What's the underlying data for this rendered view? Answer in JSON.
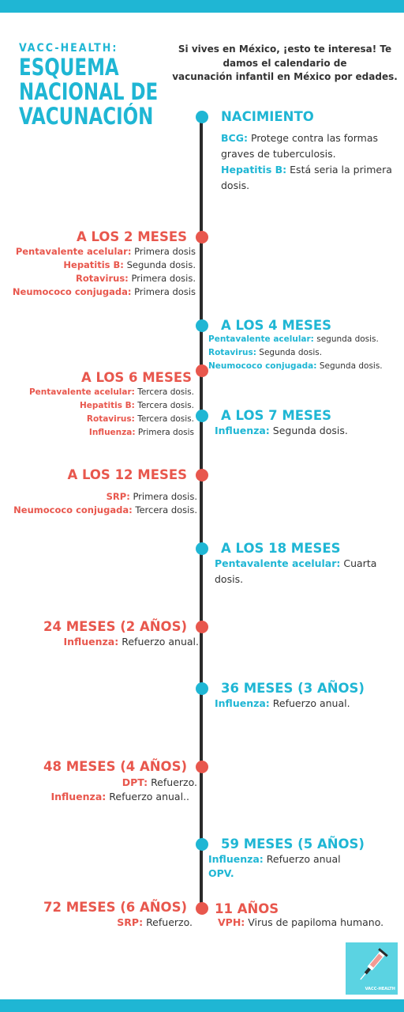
{
  "brand": {
    "small": "VACC-HEALTH:",
    "line1": "ESQUEMA",
    "line2": "NACIONAL DE",
    "line3": "VACUNACIÓN"
  },
  "intro": {
    "line1": "Si vives en México, ¡esto te interesa! Te",
    "line2": "damos el calendario de",
    "line3": "vacunación infantil en México por edades."
  },
  "colors": {
    "accent_blue": "#1fb6d4",
    "accent_red": "#e8574d",
    "line": "#2b2b2b"
  },
  "nacimiento": {
    "title": "NACIMIENTO",
    "bcg_name": "BCG:",
    "bcg_text": "Protege contra las formas graves de tuberculosis.",
    "hep_name": "Hepatitis B:",
    "hep_text": "Está seria la primera dosis."
  },
  "m2": {
    "title": "A LOS 2 MESES",
    "items": [
      {
        "name": "Pentavalente acelular:",
        "text": "Primera dosis"
      },
      {
        "name": "Hepatitis B:",
        "text": "Segunda dosis."
      },
      {
        "name": "Rotavirus:",
        "text": "Primera dosis."
      },
      {
        "name": "Neumococo conjugada:",
        "text": "Primera dosis"
      }
    ]
  },
  "m4": {
    "title": "A LOS 4 MESES",
    "items": [
      {
        "name": "Pentavalente acelular:",
        "text": "segunda dosis."
      },
      {
        "name": "Rotavirus:",
        "text": "Segunda dosis."
      },
      {
        "name": "Neumococo conjugada:",
        "text": "Segunda dosis."
      }
    ]
  },
  "m6": {
    "title": "A LOS 6 MESES",
    "items": [
      {
        "name": "Pentavalente acelular:",
        "text": "Tercera dosis."
      },
      {
        "name": "Hepatitis B:",
        "text": "Tercera dosis."
      },
      {
        "name": "Rotavirus:",
        "text": "Tercera dosis."
      },
      {
        "name": "Influenza:",
        "text": "Primera dosis"
      }
    ]
  },
  "m7": {
    "title": "A LOS 7 MESES",
    "items": [
      {
        "name": "Influenza:",
        "text": "Segunda dosis."
      }
    ]
  },
  "m12": {
    "title": "A LOS 12 MESES",
    "items": [
      {
        "name": "SRP:",
        "text": "Primera dosis."
      },
      {
        "name": "Neumococo conjugada:",
        "text": "Tercera dosis."
      }
    ]
  },
  "m18": {
    "title": "A LOS 18 MESES",
    "name": "Pentavalente acelular:",
    "text1": "Cuarta",
    "text2": "dosis."
  },
  "m24": {
    "title": "24 MESES (2 AÑOS)",
    "items": [
      {
        "name": "Influenza:",
        "text": "Refuerzo anual."
      }
    ]
  },
  "m36": {
    "title": "36 MESES (3 AÑOS)",
    "items": [
      {
        "name": "Influenza:",
        "text": "Refuerzo anual."
      }
    ]
  },
  "m48": {
    "title": "48 MESES (4 AÑOS)",
    "items": [
      {
        "name": "DPT:",
        "text": "Refuerzo."
      },
      {
        "name": "Influenza:",
        "text": "Refuerzo anual.."
      }
    ]
  },
  "m59": {
    "title": "59 MESES (5 AÑOS)",
    "items": [
      {
        "name": "Influenza:",
        "text": "Refuerzo anual"
      },
      {
        "name": "OPV.",
        "text": ""
      }
    ]
  },
  "m72": {
    "title": "72 MESES (6 AÑOS)",
    "items": [
      {
        "name": "SRP:",
        "text": "Refuerzo."
      }
    ]
  },
  "y11": {
    "title": "11 AÑOS",
    "items": [
      {
        "name": "VPH:",
        "text": "Virus de papiloma humano."
      }
    ]
  },
  "logo": {
    "icon": "syringe-icon",
    "caption": "VACC-HEALTH"
  }
}
